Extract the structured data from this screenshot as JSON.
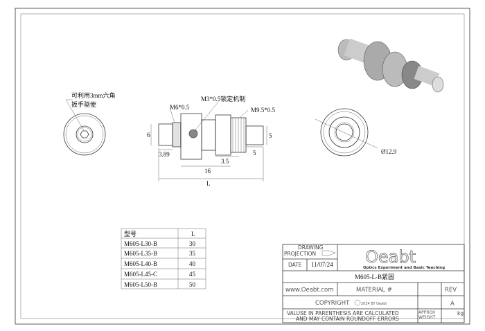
{
  "notes": {
    "hex_note_line1": "可利用3mm六角",
    "hex_note_line2": "扳手驱使"
  },
  "dimensions": {
    "thread_left": "M6*0.5",
    "lock_screw": "M3*0.5锁定机制",
    "thread_right": "M9.5*0.5",
    "d_left": "6",
    "d_left_len": "3.89",
    "body_len": "16",
    "mid_len": "3.5",
    "total_len": "L",
    "d_right": "5",
    "d_right_len": "5",
    "diameter": "Ø12.9"
  },
  "table": {
    "headers": [
      "型号",
      "L"
    ],
    "rows": [
      [
        "M605-L30-B",
        "30"
      ],
      [
        "M605-L35-B",
        "35"
      ],
      [
        "M605-L40-B",
        "40"
      ],
      [
        "M605-L45-C",
        "45"
      ],
      [
        "M605-L50-B",
        "50"
      ]
    ]
  },
  "title_block": {
    "drawing_projection_1": "DRAWING",
    "drawing_projection_2": "PROJECTION",
    "date_label": "DATE",
    "date": "11/07/24",
    "logo": "Oeabt",
    "logo_tagline": "Optics Experiment and Basic Teaching",
    "part_name": "M605-L-B紧固",
    "website": "www.Oeabt.com",
    "material": "MATERIAL #",
    "rev_label": "REV",
    "rev": "A",
    "copyright": "COPYRIGHT",
    "copyright_small": "2024 BY Oeabt",
    "disclaimer_1": "VALUSE IN PARENTHESIS ARE CALCULATED",
    "disclaimer_2": "AND MAY CONTAIN ROUNDOFF ERRORS",
    "approx_1": "APPROX",
    "approx_2": "WEIGHT",
    "weight_unit": "kg"
  }
}
